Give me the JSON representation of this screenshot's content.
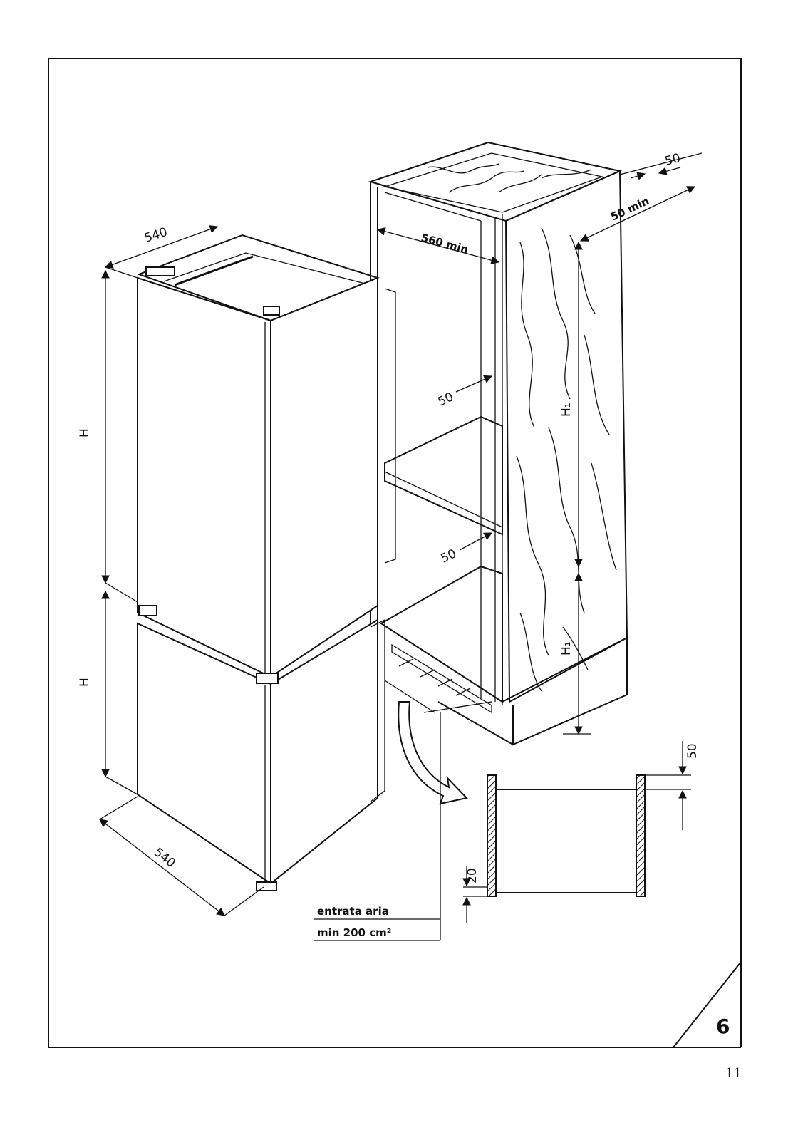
{
  "figure": {
    "number": "6",
    "page_number": "11"
  },
  "dimensions": {
    "top_width": "540",
    "bottom_width": "540",
    "upper_height": "H",
    "lower_height": "H",
    "niche_width": "560 min",
    "top_gap": "50",
    "top_depth": "50 min",
    "side_gap_upper": "50",
    "side_gap_lower": "50",
    "niche_height_upper": "H₁",
    "niche_height_lower": "H₁",
    "vent_top": "50",
    "vent_bottom": "20"
  },
  "air_inlet": {
    "label": "entrata aria",
    "area": "min 200 cm²"
  }
}
